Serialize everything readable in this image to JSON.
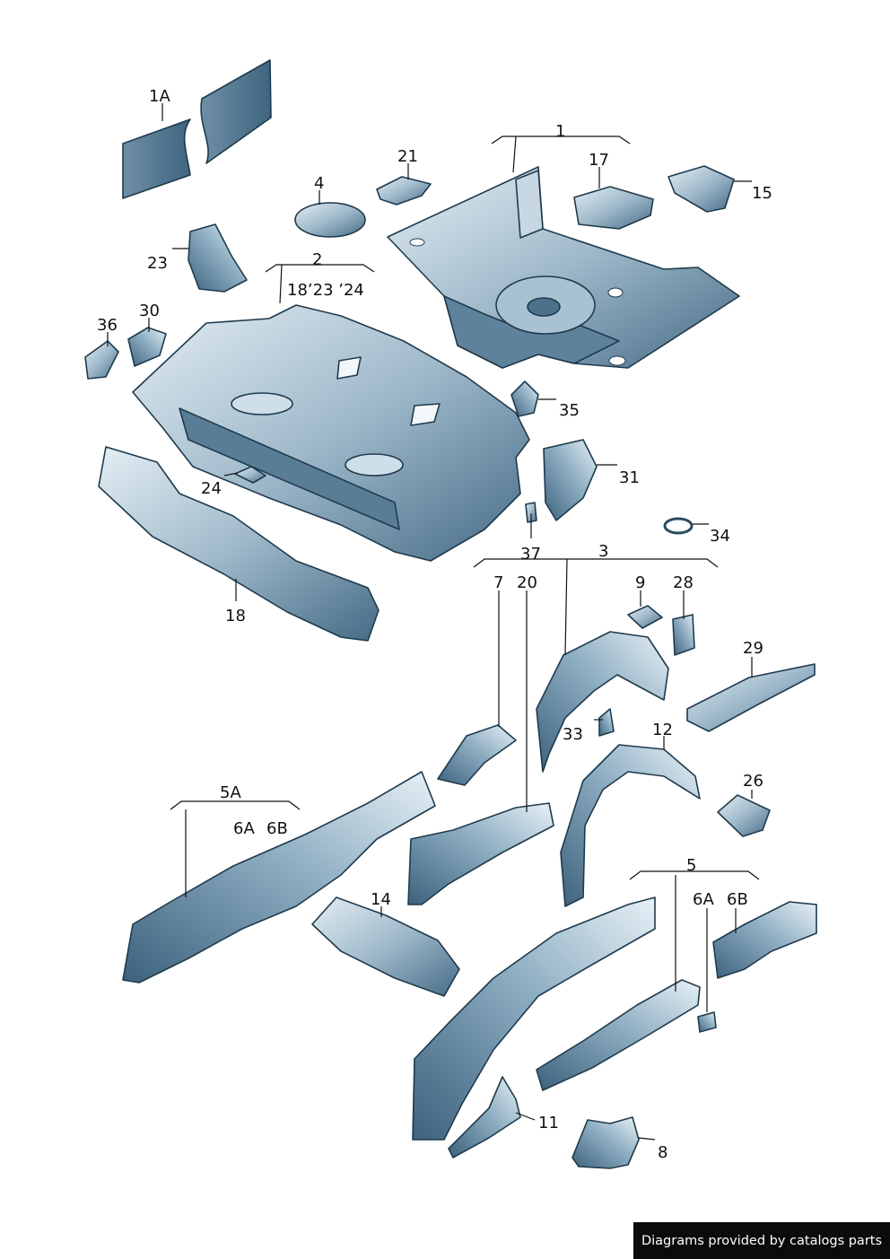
{
  "diagram": {
    "callouts": {
      "c1A": "1A",
      "c1": "1",
      "c21": "21",
      "c17": "17",
      "c15": "15",
      "c4": "4",
      "c23": "23",
      "c2": "2",
      "c2sub": "18’23 ’24",
      "c36": "36",
      "c30": "30",
      "c35": "35",
      "c31": "31",
      "c24": "24",
      "c18": "18",
      "c37": "37",
      "c34": "34",
      "c3": "3",
      "c7": "7",
      "c20": "20",
      "c9": "9",
      "c28": "28",
      "c29": "29",
      "c33": "33",
      "c12": "12",
      "c26": "26",
      "c5A": "5A",
      "c6A_left": "6A",
      "c6B_left": "6B",
      "c14": "14",
      "c5": "5",
      "c6A_right": "6A",
      "c6B_right": "6B",
      "c11": "11",
      "c8": "8"
    }
  },
  "credit": {
    "text": "Diagrams provided by catalogs parts"
  },
  "colors": {
    "part_light": "#dfeaf1",
    "part_mid": "#7f9fb4",
    "part_dark": "#3b5f79",
    "outline": "#1f3a4d",
    "credit_bg": "#0b0b0b"
  }
}
